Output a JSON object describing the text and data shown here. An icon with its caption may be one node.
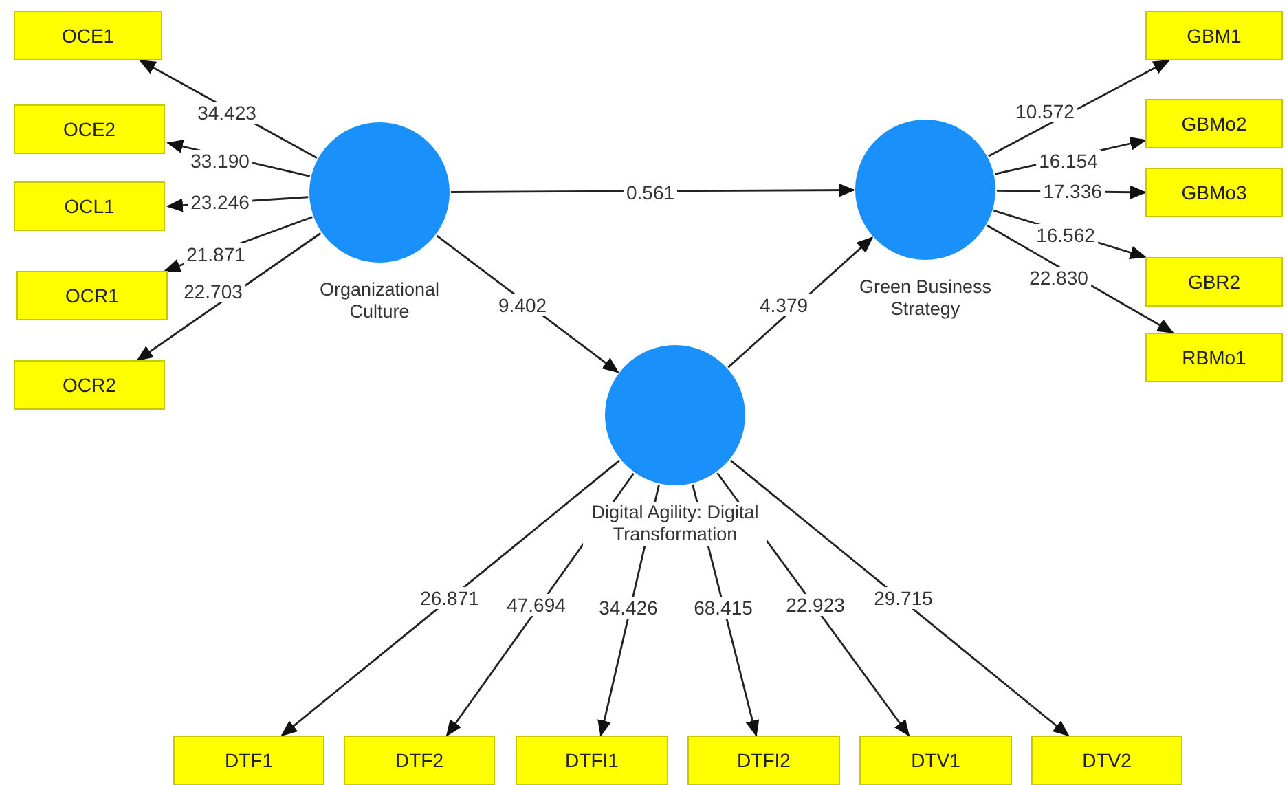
{
  "diagram": {
    "nodes": [
      {
        "text": [
          "Organizational Culture"
        ]
      },
      {
        "text": [
          "Green Business Strategy"
        ]
      },
      {
        "text": [
          "Digital Agility: Digital Transformation"
        ]
      },
      {
        "text": [
          "OCE1"
        ]
      },
      {
        "text": [
          "OCE2"
        ]
      },
      {
        "text": [
          "OCL1"
        ]
      },
      {
        "text": [
          "OCR1"
        ]
      },
      {
        "text": [
          "OCR2"
        ]
      },
      {
        "text": [
          "GBM1"
        ]
      },
      {
        "text": [
          "GBMo2"
        ]
      },
      {
        "text": [
          "GBMo3"
        ]
      },
      {
        "text": [
          "GBR2"
        ]
      },
      {
        "text": [
          "RBMo1"
        ]
      },
      {
        "text": [
          "DTF1"
        ]
      },
      {
        "text": [
          "DTF2"
        ]
      },
      {
        "text": [
          "DTFI1"
        ]
      },
      {
        "text": [
          "DTFI2"
        ]
      },
      {
        "text": [
          "DTV1"
        ]
      },
      {
        "text": [
          "DTV2"
        ]
      }
    ],
    "edges": [
      {
        "from": 0,
        "to": 1,
        "arrow": "to",
        "label": "0.561"
      },
      {
        "from": 0,
        "to": 2,
        "arrow": "to",
        "label": "9.402"
      },
      {
        "from": 2,
        "to": 1,
        "arrow": "to",
        "label": "4.379"
      },
      {
        "from": 0,
        "to": 3,
        "arrow": "to",
        "label": "34.423"
      },
      {
        "from": 0,
        "to": 4,
        "arrow": "to",
        "label": "33.190"
      },
      {
        "from": 0,
        "to": 5,
        "arrow": "to",
        "label": "23.246"
      },
      {
        "from": 0,
        "to": 6,
        "arrow": "to",
        "label": "21.871"
      },
      {
        "from": 0,
        "to": 7,
        "arrow": "to",
        "label": "22.703"
      },
      {
        "from": 1,
        "to": 8,
        "arrow": "to",
        "label": "10.572"
      },
      {
        "from": 1,
        "to": 9,
        "arrow": "to",
        "label": "16.154"
      },
      {
        "from": 1,
        "to": 10,
        "arrow": "to",
        "label": "17.336"
      },
      {
        "from": 1,
        "to": 11,
        "arrow": "to",
        "label": "16.562"
      },
      {
        "from": 1,
        "to": 12,
        "arrow": "to",
        "label": "22.830"
      },
      {
        "from": 2,
        "to": 13,
        "arrow": "to",
        "label": "26.871"
      },
      {
        "from": 2,
        "to": 14,
        "arrow": "to",
        "label": "47.694"
      },
      {
        "from": 2,
        "to": 15,
        "arrow": "to",
        "label": "34.426"
      },
      {
        "from": 2,
        "to": 16,
        "arrow": "to",
        "label": "68.415"
      },
      {
        "from": 2,
        "to": 17,
        "arrow": "to",
        "label": "22.923"
      },
      {
        "from": 2,
        "to": 18,
        "arrow": "to",
        "label": "29.715"
      }
    ]
  }
}
